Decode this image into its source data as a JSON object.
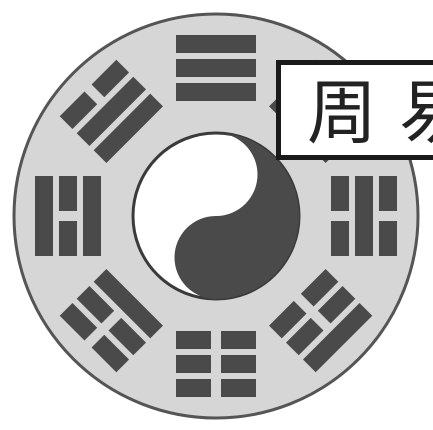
{
  "title": "周易",
  "colors": {
    "disc": "#d6d6d6",
    "ink": "#4a4a4a",
    "outline": "#555555",
    "title_border": "#1a1a1a"
  },
  "icons": [
    "bagua-icon",
    "yin-yang-icon"
  ],
  "trigrams": [
    {
      "name": "qian",
      "direction": "north",
      "lines": [
        1,
        1,
        1
      ]
    },
    {
      "name": "xun",
      "direction": "north-east",
      "lines": [
        1,
        1,
        0
      ]
    },
    {
      "name": "kan",
      "direction": "east",
      "lines": [
        0,
        1,
        0
      ]
    },
    {
      "name": "gen",
      "direction": "south-east",
      "lines": [
        1,
        0,
        0
      ]
    },
    {
      "name": "kun",
      "direction": "south",
      "lines": [
        0,
        0,
        0
      ]
    },
    {
      "name": "zhen",
      "direction": "south-west",
      "lines": [
        0,
        0,
        1
      ]
    },
    {
      "name": "li",
      "direction": "west",
      "lines": [
        1,
        0,
        1
      ]
    },
    {
      "name": "dui",
      "direction": "north-west",
      "lines": [
        0,
        1,
        1
      ]
    }
  ]
}
